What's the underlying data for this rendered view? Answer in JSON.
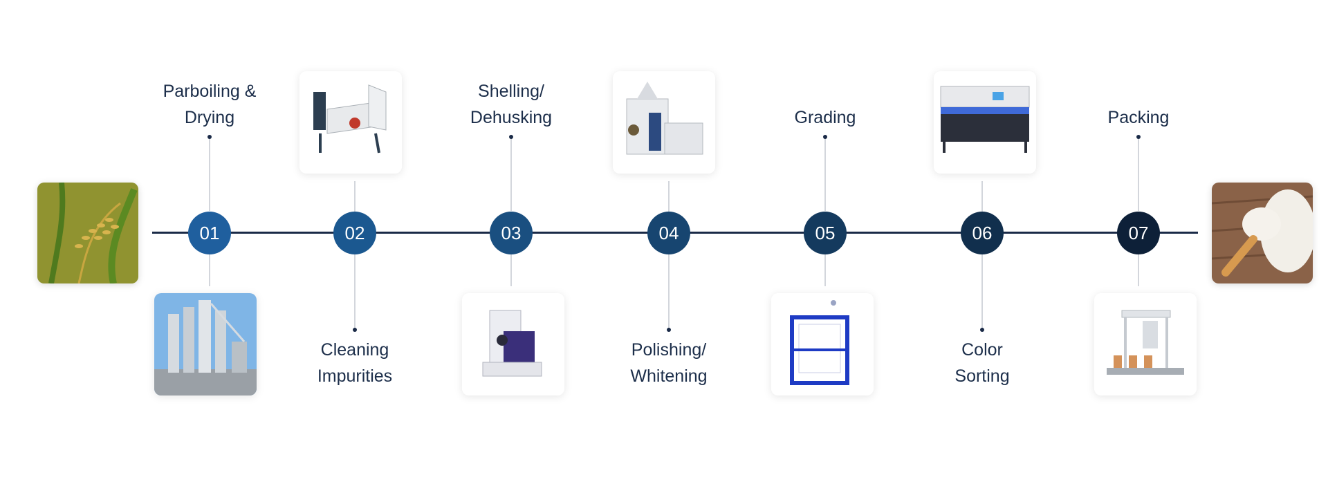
{
  "steps": [
    {
      "number": "01",
      "line1": "Parboiling &",
      "line2": "Drying",
      "color": "#1f5f9e",
      "label_side": "top",
      "equipment_icon": "dryer-tower-icon"
    },
    {
      "number": "02",
      "line1": "Cleaning",
      "line2": "Impurities",
      "color": "#1b5890",
      "label_side": "bottom",
      "equipment_icon": "cleaning-machine-icon"
    },
    {
      "number": "03",
      "line1": "Shelling/",
      "line2": "Dehusking",
      "color": "#1a4f80",
      "label_side": "top",
      "equipment_icon": "huller-machine-icon"
    },
    {
      "number": "04",
      "line1": "Polishing/",
      "line2": "Whitening",
      "color": "#174570",
      "label_side": "bottom",
      "equipment_icon": "polisher-machine-icon"
    },
    {
      "number": "05",
      "line1": "",
      "line2": "Grading",
      "color": "#143a5e",
      "label_side": "top",
      "equipment_icon": "grader-machine-icon"
    },
    {
      "number": "06",
      "line1": "Color",
      "line2": "Sorting",
      "color": "#112f4d",
      "label_side": "bottom",
      "equipment_icon": "color-sorter-icon"
    },
    {
      "number": "07",
      "line1": "",
      "line2": "Packing",
      "color": "#0d2038",
      "label_side": "top",
      "equipment_icon": "packing-machine-icon"
    }
  ],
  "start_image": "rice-plant-photo-icon",
  "end_image": "rice-grains-photo-icon",
  "colors": {
    "line": "#1a2a47",
    "text": "#1c2e4a",
    "connector": "#d3d6dc"
  }
}
